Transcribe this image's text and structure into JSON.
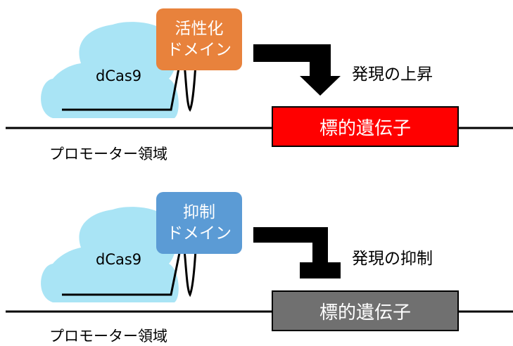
{
  "panels": [
    {
      "protein_label": "dCas9",
      "domain_line1": "活性化",
      "domain_line2": "ドメイン",
      "domain_color": "#E8823C",
      "effect_label": "発現の上昇",
      "gene_label": "標的遺伝子",
      "gene_color": "#FF0000",
      "promoter_label": "プロモーター領域",
      "arrow_kind": "activation"
    },
    {
      "protein_label": "dCas9",
      "domain_line1": "抑制",
      "domain_line2": "ドメイン",
      "domain_color": "#5B9BD5",
      "effect_label": "発現の抑制",
      "gene_label": "標的遺伝子",
      "gene_color": "#707070",
      "promoter_label": "プロモーター領域",
      "arrow_kind": "repression"
    }
  ],
  "colors": {
    "cloud": "#A9E4F5",
    "line": "#000000"
  }
}
